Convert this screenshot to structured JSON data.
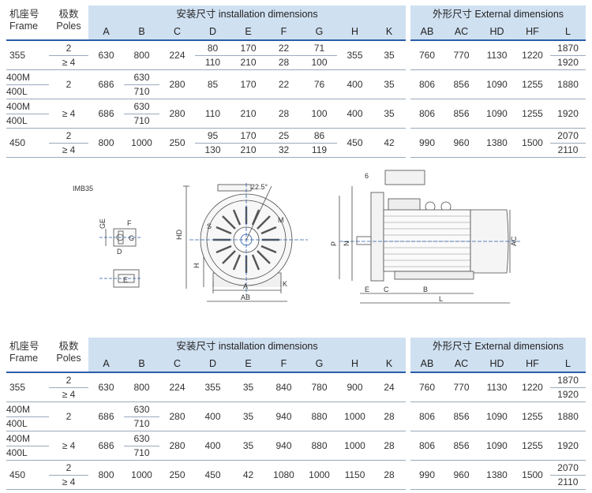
{
  "header": {
    "frame_cn": "机座号",
    "frame_en": "Frame",
    "poles_cn": "极数",
    "poles_en": "Poles",
    "install_group": "安装尺寸  installation dimensions",
    "external_group": "外形尺寸  External dimensions"
  },
  "table_top": {
    "cols": [
      "A",
      "B",
      "C",
      "D",
      "E",
      "F",
      "G",
      "H",
      "K",
      "AB",
      "AC",
      "HD",
      "HF",
      "L"
    ],
    "rows": [
      {
        "frame": "355",
        "poles": [
          "2",
          "≥ 4"
        ],
        "A": "630",
        "B": "800",
        "C": "224",
        "D": [
          "80",
          "110"
        ],
        "E": [
          "170",
          "210"
        ],
        "F": [
          "22",
          "28"
        ],
        "G": [
          "71",
          "100"
        ],
        "H": "355",
        "K": "35",
        "AB": "760",
        "AC": "770",
        "HD": "1130",
        "HF": "1220",
        "L": [
          "1870",
          "1920"
        ]
      },
      {
        "frame": [
          "400M",
          "400L"
        ],
        "poles": "2",
        "A": "686",
        "B": [
          "630",
          "710"
        ],
        "C": "280",
        "D": "85",
        "E": "170",
        "F": "22",
        "G": "76",
        "H": "400",
        "K": "35",
        "AB": "806",
        "AC": "856",
        "HD": "1090",
        "HF": "1255",
        "L": "1880"
      },
      {
        "frame": [
          "400M",
          "400L"
        ],
        "poles": "≥ 4",
        "A": "686",
        "B": [
          "630",
          "710"
        ],
        "C": "280",
        "D": "110",
        "E": "210",
        "F": "28",
        "G": "100",
        "H": "400",
        "K": "35",
        "AB": "806",
        "AC": "856",
        "HD": "1090",
        "HF": "1255",
        "L": "1920"
      },
      {
        "frame": "450",
        "poles": [
          "2",
          "≥ 4"
        ],
        "A": "800",
        "B": "1000",
        "C": "250",
        "D": [
          "95",
          "130"
        ],
        "E": [
          "170",
          "210"
        ],
        "F": [
          "25",
          "32"
        ],
        "G": [
          "86",
          "119"
        ],
        "H": "450",
        "K": "42",
        "AB": "990",
        "AC": "960",
        "HD": "1380",
        "HF": "1500",
        "L": [
          "2070",
          "2110"
        ]
      }
    ]
  },
  "table_bottom": {
    "cols": [
      "A",
      "B",
      "C",
      "D",
      "E",
      "F",
      "G",
      "H",
      "K",
      "AB",
      "AC",
      "HD",
      "HF",
      "L"
    ],
    "rows": [
      {
        "frame": "355",
        "poles": [
          "2",
          "≥ 4"
        ],
        "A": "630",
        "B": "800",
        "C": "224",
        "D": "355",
        "E": "35",
        "F": "840",
        "G": "780",
        "H": "900",
        "K": "24",
        "AB": "760",
        "AC": "770",
        "HD": "1130",
        "HF": "1220",
        "L": [
          "1870",
          "1920"
        ]
      },
      {
        "frame": [
          "400M",
          "400L"
        ],
        "poles": "2",
        "A": "686",
        "B": [
          "630",
          "710"
        ],
        "C": "280",
        "D": "400",
        "E": "35",
        "F": "940",
        "G": "880",
        "H": "1000",
        "K": "28",
        "AB": "806",
        "AC": "856",
        "HD": "1090",
        "HF": "1255",
        "L": "1880"
      },
      {
        "frame": [
          "400M",
          "400L"
        ],
        "poles": "≥ 4",
        "A": "686",
        "B": [
          "630",
          "710"
        ],
        "C": "280",
        "D": "400",
        "E": "35",
        "F": "940",
        "G": "880",
        "H": "1000",
        "K": "28",
        "AB": "806",
        "AC": "856",
        "HD": "1090",
        "HF": "1255",
        "L": "1920"
      },
      {
        "frame": "450",
        "poles": [
          "2",
          "≥ 4"
        ],
        "A": "800",
        "B": "1000",
        "C": "250",
        "D": "450",
        "E": "42",
        "F": "1080",
        "G": "1000",
        "H": "1150",
        "K": "28",
        "AB": "990",
        "AC": "960",
        "HD": "1380",
        "HF": "1500",
        "L": [
          "2070",
          "2110"
        ]
      }
    ]
  },
  "drawing": {
    "mount_label": "IMB35",
    "angle_label": "22.5°",
    "shaft_labels": {
      "ge": "GE",
      "f": "F",
      "g": "G",
      "d": "D",
      "e": "E"
    },
    "front_labels": {
      "hd": "HD",
      "h": "H",
      "s": "S",
      "m": "M",
      "a": "A",
      "k": "K",
      "ab": "AB"
    },
    "side_labels": {
      "six": "6",
      "p": "P",
      "n": "N",
      "e": "E",
      "c": "C",
      "b": "B",
      "l": "L",
      "ac": "AC"
    },
    "colors": {
      "line": "#4a4a4a",
      "blue": "#2a5da8",
      "fill": "#f3f3f3"
    }
  }
}
